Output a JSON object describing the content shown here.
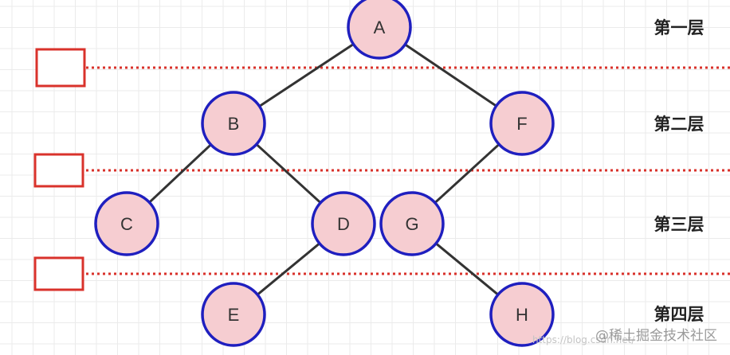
{
  "tree": {
    "nodes": [
      {
        "id": "A",
        "label": "A"
      },
      {
        "id": "B",
        "label": "B"
      },
      {
        "id": "F",
        "label": "F"
      },
      {
        "id": "C",
        "label": "C"
      },
      {
        "id": "D",
        "label": "D"
      },
      {
        "id": "G",
        "label": "G"
      },
      {
        "id": "E",
        "label": "E"
      },
      {
        "id": "H",
        "label": "H"
      }
    ],
    "edges": [
      [
        "A",
        "B"
      ],
      [
        "A",
        "F"
      ],
      [
        "B",
        "C"
      ],
      [
        "B",
        "D"
      ],
      [
        "F",
        "G"
      ],
      [
        "D",
        "E"
      ],
      [
        "G",
        "H"
      ]
    ]
  },
  "levels": [
    "第一层",
    "第二层",
    "第三层",
    "第四层"
  ],
  "watermark": {
    "text": "@稀土掘金技术社区",
    "url": "https://blog.csdn.net/"
  },
  "colors": {
    "node_fill": "#f6cdd1",
    "node_stroke": "#1f1fbf",
    "edge": "#333333",
    "separator": "#d9322b",
    "marker_box": "#d9322b",
    "grid": "#ebebeb"
  }
}
